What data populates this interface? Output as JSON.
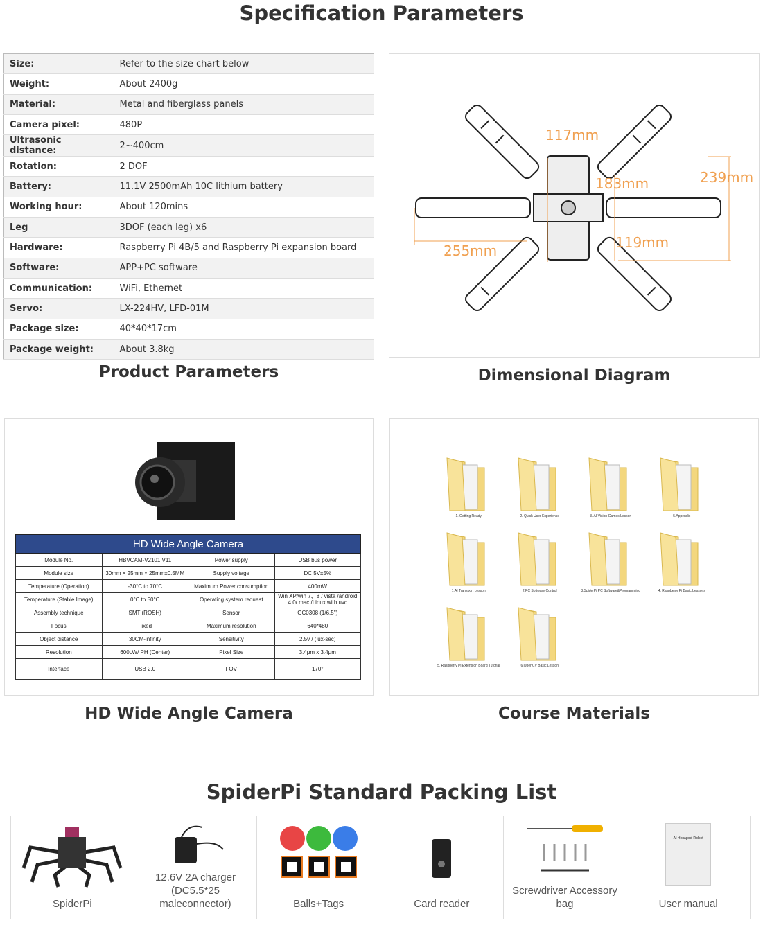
{
  "title": "Specification Parameters",
  "params": [
    [
      "Size:",
      "Refer to the size chart below"
    ],
    [
      "Weight:",
      "About 2400g"
    ],
    [
      "Material:",
      "Metal and fiberglass panels"
    ],
    [
      "Camera pixel:",
      "480P"
    ],
    [
      "Ultrasonic distance:",
      "2~400cm"
    ],
    [
      "Rotation:",
      "2 DOF"
    ],
    [
      "Battery:",
      "11.1V 2500mAh 10C lithium battery"
    ],
    [
      "Working hour:",
      "About 120mins"
    ],
    [
      "Leg",
      "3DOF (each leg) x6"
    ],
    [
      "Hardware:",
      "Raspberry Pi 4B/5 and Raspberry Pi expansion board"
    ],
    [
      "Software:",
      "APP+PC software"
    ],
    [
      "Communication:",
      "WiFi, Ethernet"
    ],
    [
      "Servo:",
      "LX-224HV, LFD-01M"
    ],
    [
      "Package size:",
      "40*40*17cm"
    ],
    [
      "Package weight:",
      "About 3.8kg"
    ]
  ],
  "captions": {
    "params": "Product Parameters",
    "diagram": "Dimensional Diagram",
    "camera": "HD Wide Angle Camera",
    "course": "Course Materials"
  },
  "dims": {
    "d1": "117mm",
    "d2": "183mm",
    "d3": "239mm",
    "d4": "255mm",
    "d5": "119mm"
  },
  "camera": {
    "title": "HD Wide Angle Camera",
    "rows": [
      [
        "Module No.",
        "HBVCAM-V2101 V11",
        "Power supply",
        "USB bus power"
      ],
      [
        "Module size",
        "30mm × 25mm × 25mm±0.5MM",
        "Supply voltage",
        "DC 5V±5%"
      ],
      [
        "Temperature (Operation)",
        "-30°C to 70°C",
        "Maximum Power consumption",
        "400mW"
      ],
      [
        "Temperature (Stable Image)",
        "0°C to 50°C",
        "Operating system request",
        "Win XP/win 7、8 / vista /android 4.0/ mac /Linux with uvc"
      ],
      [
        "Assembly technique",
        "SMT (ROSH)",
        "Sensor",
        "GC0308 (1/6.5\")"
      ],
      [
        "Focus",
        "Fixed",
        "Maximum resolution",
        "640*480"
      ],
      [
        "Object distance",
        "30CM-infinity",
        "Sensitivity",
        "2.5v / (lux-sec)"
      ],
      [
        "Resolution",
        "600LW/ PH (Center)",
        "Pixel Size",
        "3.4μm x 3.4μm"
      ],
      [
        "Interface",
        "USB 2.0",
        "FOV",
        "170°"
      ]
    ]
  },
  "folders": [
    "1. Getting Ready",
    "2. Quick User Experience",
    "3. AI Vision Games Lesson",
    "5.Appendix",
    "1.AI Transport Lesson",
    "2.PC Software Control",
    "3.SpiderPi PC Software&Programming",
    "4. Raspberry Pi Basic Lessons",
    "5. Raspberry Pi Extension Board Tutorial",
    "6.OpenCV Basic Lesson"
  ],
  "packing_title": "SpiderPi Standard Packing List",
  "packing": [
    "SpiderPi",
    "12.6V 2A charger (DC5.5*25 maleconnector)",
    "Balls+Tags",
    "Card reader",
    "Screwdriver Accessory bag",
    "User manual"
  ],
  "manual_cover": "AI Hexapod Robot",
  "colors": {
    "dim": "#f0a050",
    "cam_header": "#2e4a8c"
  }
}
